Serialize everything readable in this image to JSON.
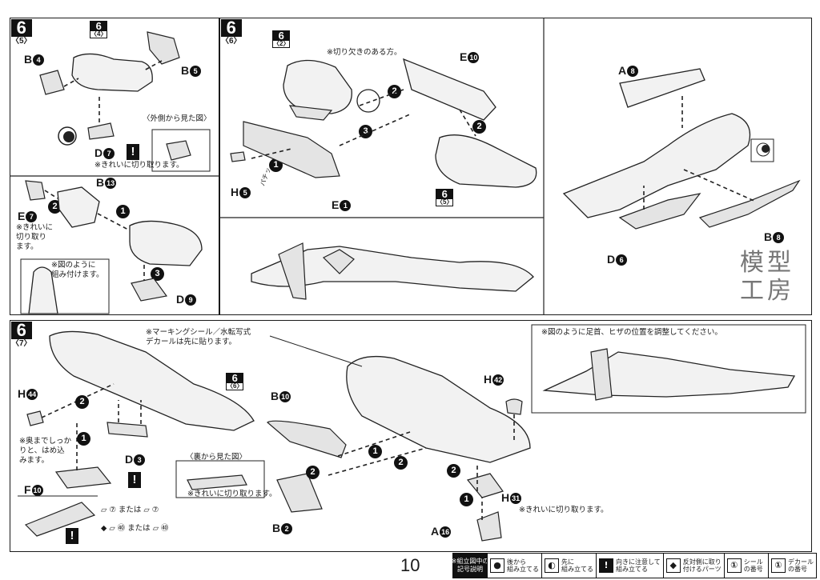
{
  "panels": {
    "p65": {
      "step": "6",
      "sub": "〈5〉"
    },
    "p66": {
      "step": "6",
      "sub": "〈6〉"
    },
    "p67": {
      "step": "6",
      "sub": "〈7〉"
    }
  },
  "p65": {
    "ref_step": "6",
    "ref_sub": "〈4〉",
    "b4": "B",
    "b4n": "4",
    "b5": "B",
    "b5n": "5",
    "outer_view": "〈外側から見た図〉",
    "d7": "D",
    "d7n": "7",
    "d7_note": "※きれいに切り取ります。",
    "b13": "B",
    "b13n": "13",
    "e7": "E",
    "e7n": "7",
    "e7_note": "※きれいに\n切り取り\nます。",
    "assemble_note": "※図のように\n組み付けます。",
    "d9": "D",
    "d9n": "9",
    "steps": [
      "1",
      "2",
      "3"
    ]
  },
  "p66": {
    "ref_step": "6",
    "ref_sub": "〈2〉",
    "notch_note": "※切り欠きのある方。",
    "e10": "E",
    "e10n": "10",
    "h5": "H",
    "h5n": "5",
    "e1": "E",
    "e1n": "1",
    "ref2_step": "6",
    "ref2_sub": "〈5〉",
    "pachi": "パチッ",
    "steps": [
      "1",
      "2",
      "3",
      "2"
    ]
  },
  "p66b": {
    "a8": "A",
    "a8n": "8",
    "b8": "B",
    "b8n": "8",
    "d6": "D",
    "d6n": "6"
  },
  "watermark": [
    "模型",
    "工房"
  ],
  "p67": {
    "marking_note": "※マーキングシール／水転写式\nデカールは先に貼ります。",
    "ref_step": "6",
    "ref_sub": "〈6〉",
    "h44": "H",
    "h44n": "44",
    "deep_note": "※奥までしっか\nりと、はめ込\nみます。",
    "d3": "D",
    "d3n": "3",
    "back_view": "〈裏から見た図〉",
    "cut_note": "※きれいに切り取ります。",
    "f10": "F",
    "f10n": "10",
    "seal7": "⑦ または",
    "seal7b": "⑦",
    "seal40": "㊵ または",
    "seal40b": "㊵",
    "b10": "B",
    "b10n": "10",
    "b2": "B",
    "b2n": "2",
    "h42": "H",
    "h42n": "42",
    "h31": "H",
    "h31n": "31",
    "h31_note": "※きれいに切り取ります。",
    "a16": "A",
    "a16n": "16",
    "foot_note": "※図のように足首、ヒザの位置を調整してください。"
  },
  "footer": {
    "page_number": "10",
    "legend_head": "※組立図中の\n記号説明",
    "items": [
      {
        "icon": "●",
        "label": "後から\n組み立てる"
      },
      {
        "icon": "◐",
        "label": "先に\n組み立てる"
      },
      {
        "icon": "!",
        "label": "向きに注意して\n組み立てる"
      },
      {
        "icon": "◆",
        "label": "反対側に取り\n付けるパーツ"
      },
      {
        "icon": "①",
        "label": "シール\nの番号"
      },
      {
        "icon": "①",
        "label": "デカール\nの番号"
      }
    ]
  }
}
